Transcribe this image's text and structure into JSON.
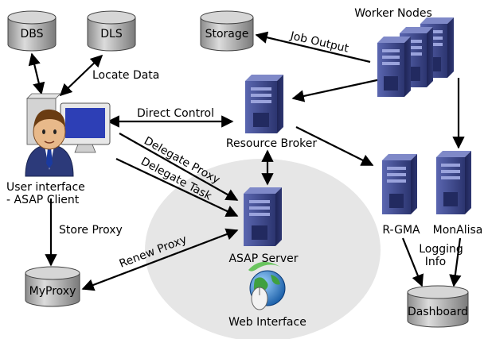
{
  "nodes": {
    "dbs": "DBS",
    "dls": "DLS",
    "storage": "Storage",
    "worker_nodes": "Worker Nodes",
    "user_interface": [
      "User interface",
      "- ASAP Client"
    ],
    "resource_broker": "Resource Broker",
    "asap_server": "ASAP Server",
    "web_interface": "Web Interface",
    "myproxy": "MyProxy",
    "rgma": "R-GMA",
    "monalisa": "MonAlisa",
    "dashboard": "Dashboard"
  },
  "edges": {
    "locate_data": "Locate Data",
    "job_output": "Job Output",
    "direct_control": "Direct Control",
    "delegate_proxy": "Delegate Proxy",
    "delegate_task": "Delegate Task",
    "store_proxy": "Store Proxy",
    "renew_proxy": "Renew Proxy",
    "logging_info": [
      "Logging",
      "Info"
    ]
  },
  "colors": {
    "server": "#3f4a8e",
    "cylinder": "#b8b8b8",
    "cloud": "#e5e5e5",
    "arrow": "#000000"
  },
  "icons": [
    "database-icon",
    "server-icon",
    "user-computer-icon",
    "globe-mouse-icon"
  ]
}
